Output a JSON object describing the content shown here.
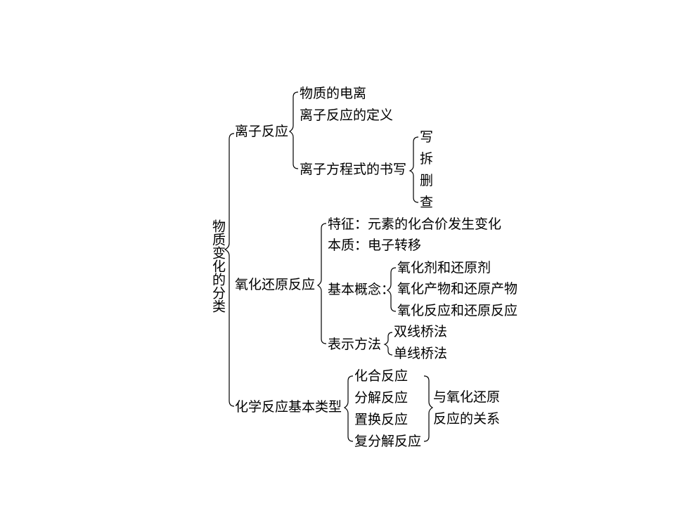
{
  "root": "物质变化的分类",
  "ionic": {
    "title": "离子反应",
    "items": [
      "物质的电离",
      "离子反应的定义",
      "离子方程式的书写"
    ],
    "steps": [
      "写",
      "拆",
      "删",
      "查"
    ]
  },
  "redox": {
    "title": "氧化还原反应",
    "feature": "特征：元素的化合价发生变化",
    "essence": "本质：电子转移",
    "concepts_label": "基本概念：",
    "concepts": [
      "氧化剂和还原剂",
      "氧化产物和还原产物",
      "氧化反应和还原反应"
    ],
    "methods_label": "表示方法",
    "methods": [
      "双线桥法",
      "单线桥法"
    ]
  },
  "basic": {
    "title": "化学反应基本类型",
    "types": [
      "化合反应",
      "分解反应",
      "置换反应",
      "复分解反应"
    ],
    "relation": [
      "与氧化还原",
      "反应的关系"
    ]
  }
}
